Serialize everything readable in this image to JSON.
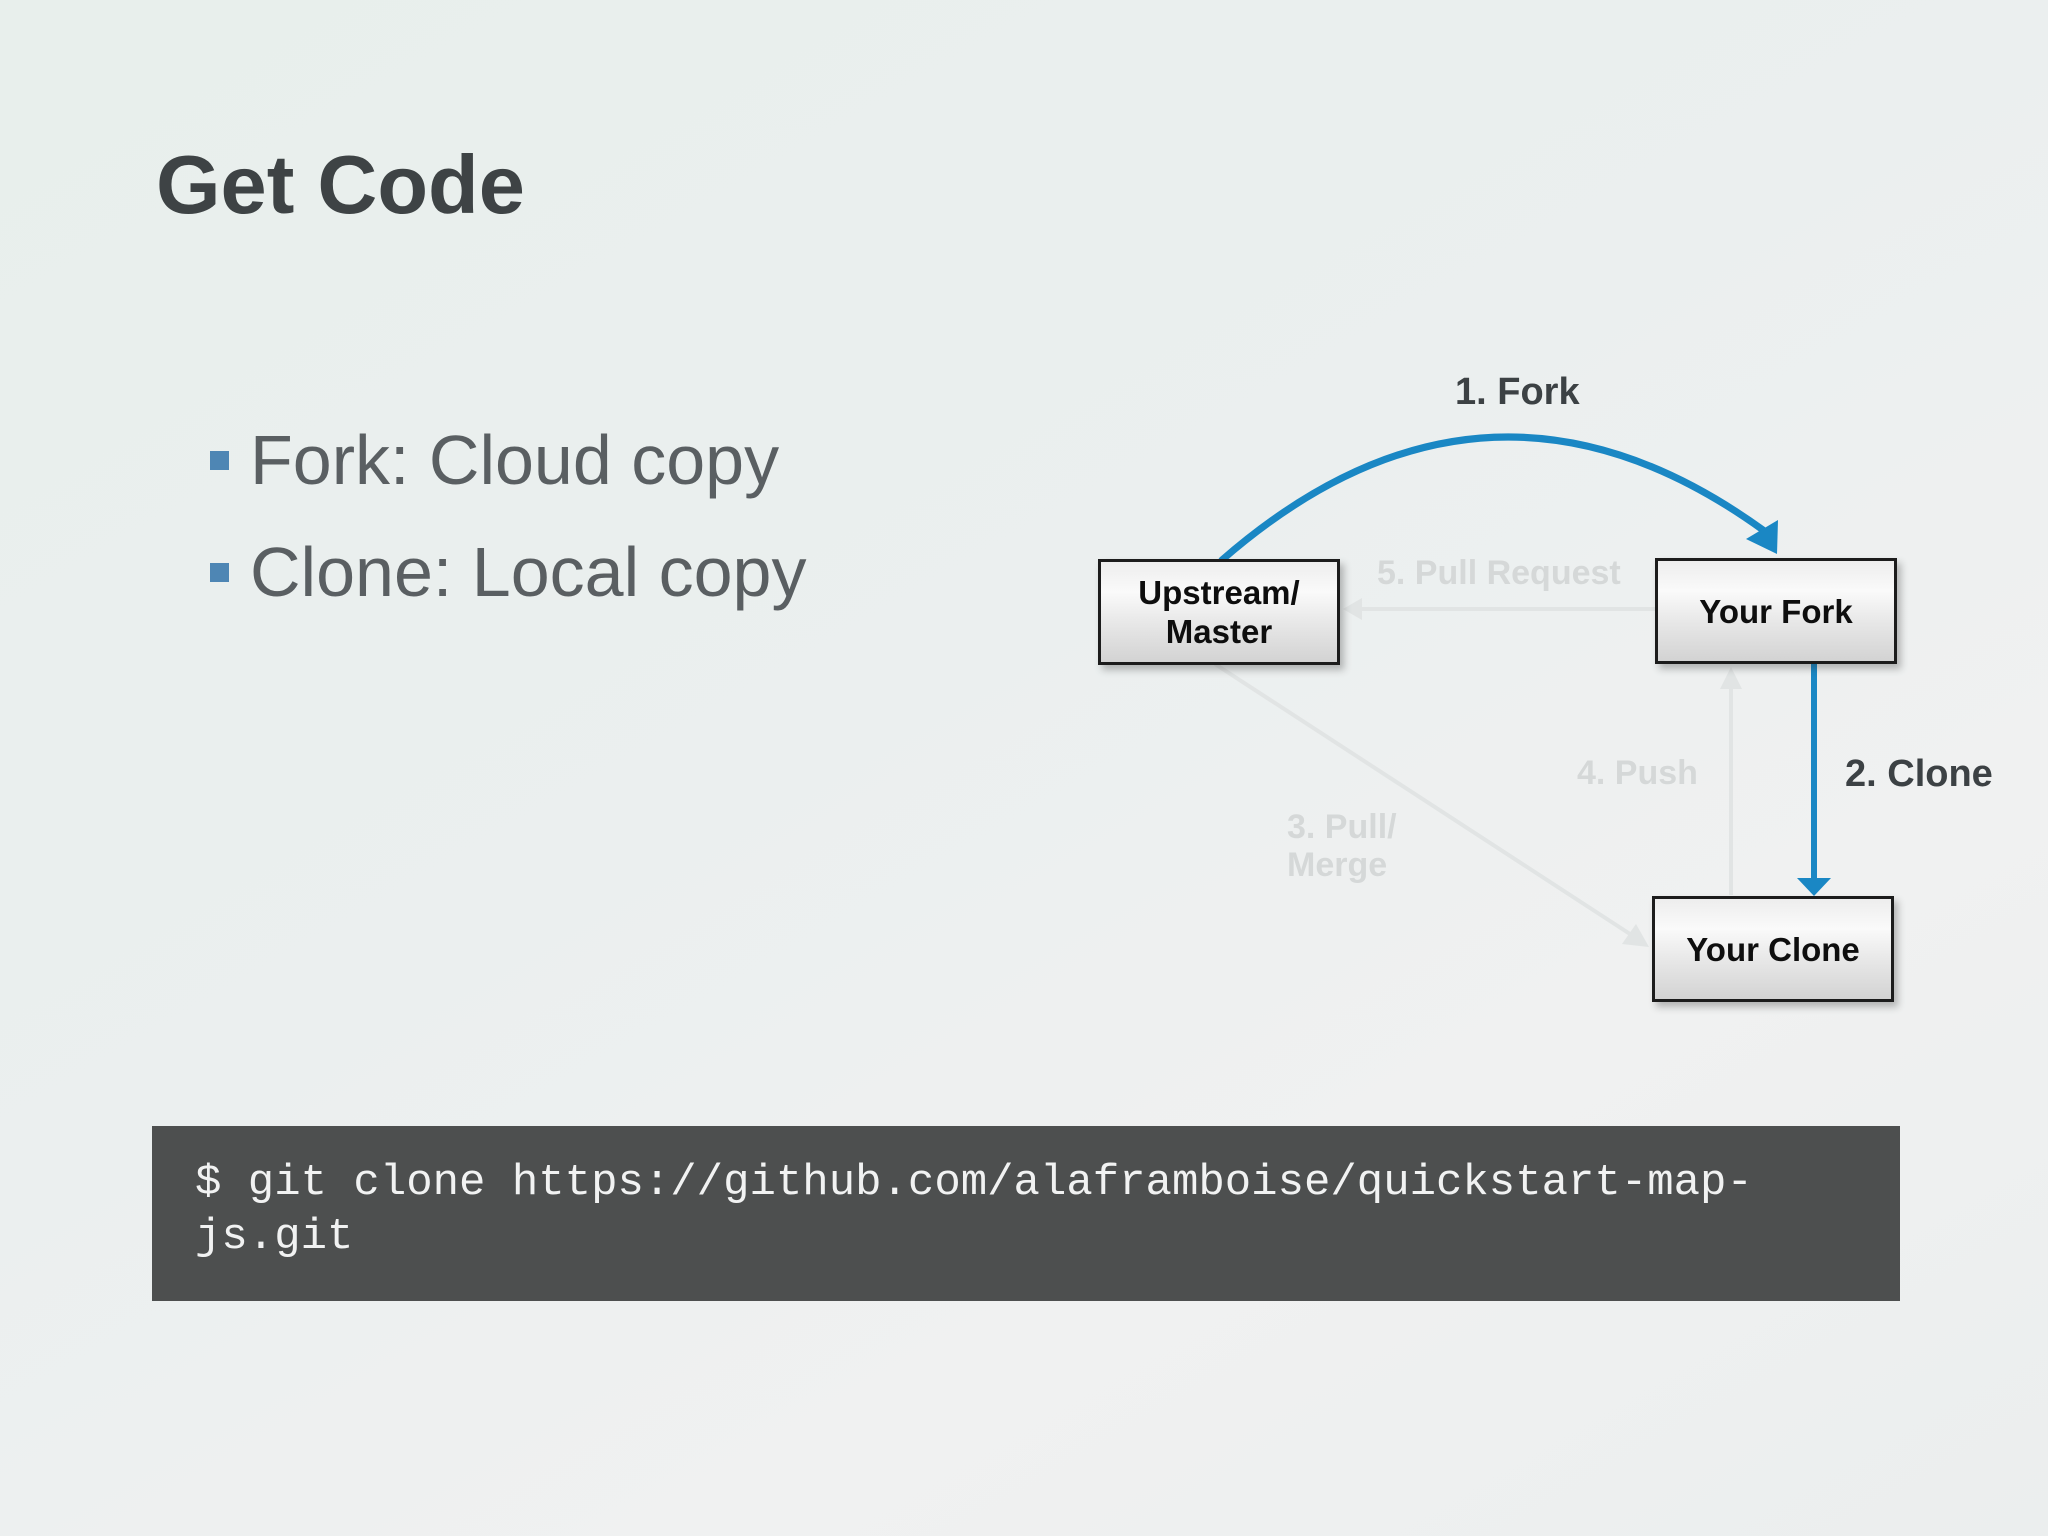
{
  "slide": {
    "title": "Get Code",
    "bullets": [
      {
        "label": "Fork: Cloud copy"
      },
      {
        "label": "Clone: Local copy"
      }
    ]
  },
  "diagram": {
    "nodes": [
      {
        "id": "upstream-master",
        "label": "Upstream/\nMaster"
      },
      {
        "id": "your-fork",
        "label": "Your Fork"
      },
      {
        "id": "your-clone",
        "label": "Your Clone"
      }
    ],
    "edges": [
      {
        "id": "fork",
        "label": "1. Fork",
        "style": "active",
        "from": "upstream-master",
        "to": "your-fork"
      },
      {
        "id": "clone",
        "label": "2. Clone",
        "style": "active",
        "from": "your-fork",
        "to": "your-clone"
      },
      {
        "id": "pull-merge",
        "label": "3. Pull/\nMerge",
        "style": "inactive",
        "from": "upstream-master",
        "to": "your-clone"
      },
      {
        "id": "push",
        "label": "4. Push",
        "style": "inactive",
        "from": "your-clone",
        "to": "your-fork"
      },
      {
        "id": "pull-request",
        "label": "5. Pull Request",
        "style": "inactive",
        "from": "your-fork",
        "to": "upstream-master"
      }
    ]
  },
  "code_block": {
    "command": "$ git clone https://github.com/alaframboise/quickstart-map-js.git"
  },
  "colors": {
    "background": "#eaefee",
    "title_text": "#3e4345",
    "bullet_text": "#5a5f62",
    "bullet_marker": "#4e86b4",
    "active_arrow": "#1a87c4",
    "active_label": "#3c4144",
    "inactive_arrow": "#e1e4e4",
    "inactive_label": "#d5d8d8",
    "node_border": "#1c1c1c",
    "node_text": "#0e0e0e",
    "code_background": "#4d4f4f",
    "code_text": "#f1f2f2"
  }
}
